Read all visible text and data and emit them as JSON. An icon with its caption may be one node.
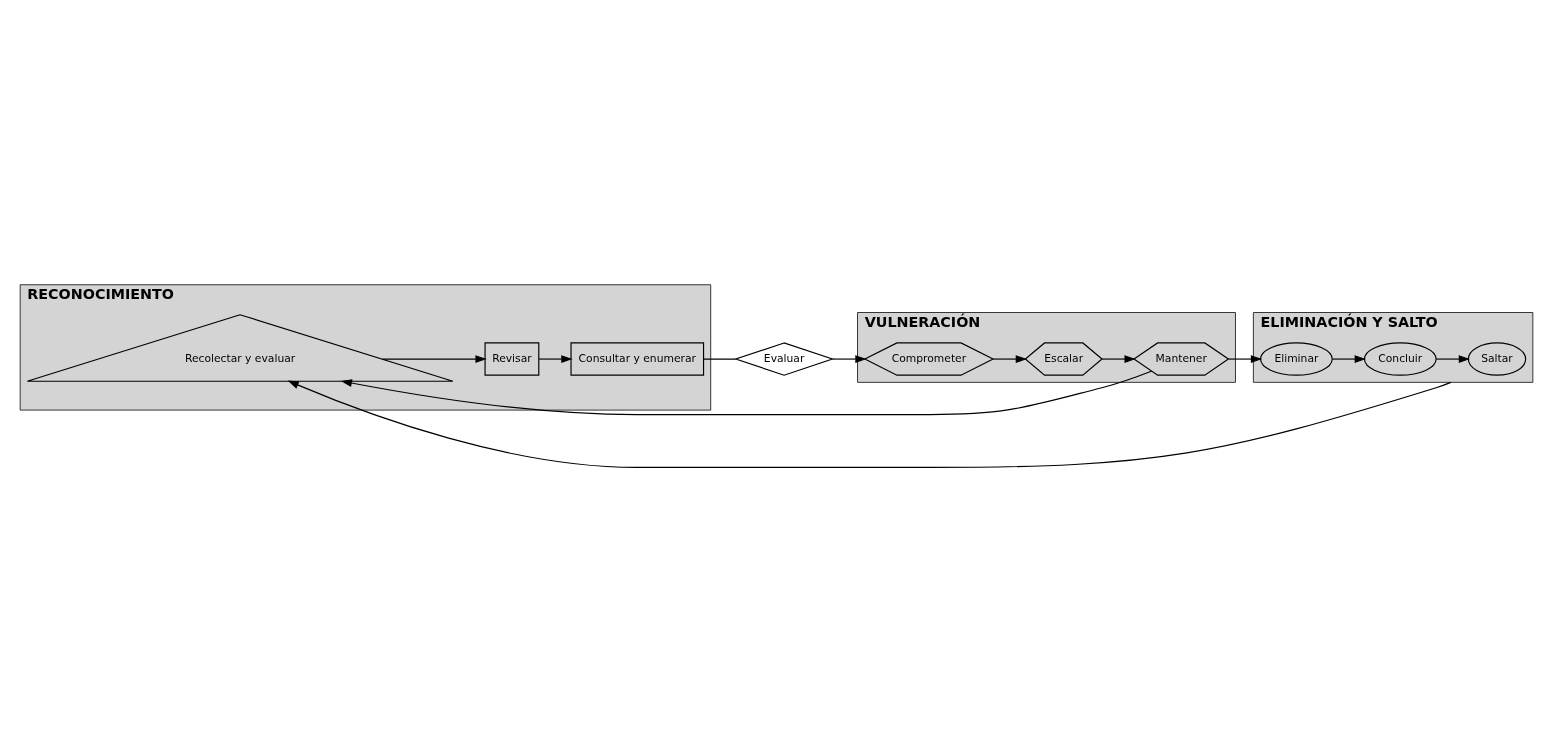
{
  "diagram": {
    "nodes": [
      {
        "text": [
          "RECONOCIMIENTO"
        ]
      },
      {
        "text": [
          "Recolectar y evaluar"
        ],
        "in": 0
      },
      {
        "text": [
          "Revisar"
        ],
        "in": 0
      },
      {
        "text": [
          "Consultar y enumerar"
        ],
        "in": 0
      },
      {
        "text": [
          "Evaluar"
        ]
      },
      {
        "text": [
          "VULNERACIÓN"
        ]
      },
      {
        "text": [
          "Comprometer"
        ],
        "in": 5
      },
      {
        "text": [
          "Escalar"
        ],
        "in": 5
      },
      {
        "text": [
          "Mantener"
        ],
        "in": 5
      },
      {
        "text": [
          "ELIMINACIÓN Y SALTO"
        ]
      },
      {
        "text": [
          "Eliminar"
        ],
        "in": 9
      },
      {
        "text": [
          "Concluir"
        ],
        "in": 9
      },
      {
        "text": [
          "Saltar"
        ],
        "in": 9
      }
    ],
    "edges": [
      {
        "from": 1,
        "to": 2,
        "arrow": "to"
      },
      {
        "from": 2,
        "to": 3,
        "arrow": "to"
      },
      {
        "from": 3,
        "to": 4,
        "arrow": "none"
      },
      {
        "from": 4,
        "to": 6,
        "arrow": "to"
      },
      {
        "from": 6,
        "to": 7,
        "arrow": "to"
      },
      {
        "from": 7,
        "to": 8,
        "arrow": "to"
      },
      {
        "from": 8,
        "to": 10,
        "arrow": "to"
      },
      {
        "from": 10,
        "to": 11,
        "arrow": "to"
      },
      {
        "from": 11,
        "to": 12,
        "arrow": "to"
      },
      {
        "from": 8,
        "to": 1,
        "arrow": "to"
      },
      {
        "from": 9,
        "to": 1,
        "arrow": "to"
      }
    ]
  }
}
